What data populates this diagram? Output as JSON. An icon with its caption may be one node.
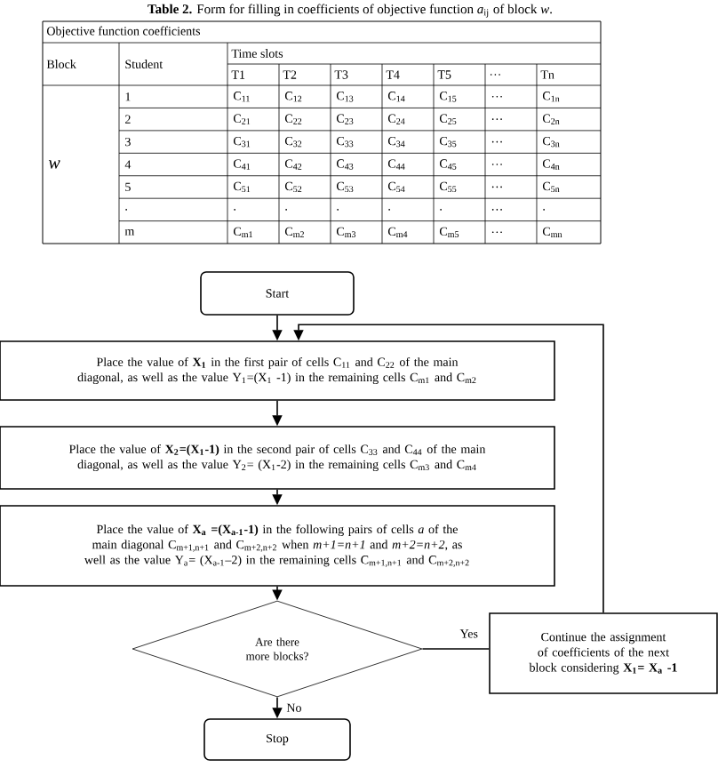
{
  "diagram": {
    "nodes": [
      {
        "text": [
          "Start"
        ]
      },
      {
        "text": [
          "Place the value of **X$_{1}$** in the first pair of cells C$_{11}$ and C$_{22}$ of the main diagonal, as well as the value Y$_{1}$=(X$_{1}$ -1) in the remaining cells C$_{m1}$ and C$_{m2}$"
        ]
      },
      {
        "text": [
          "Place the value of **X$_{2}$=(X$_{1}$-1)** in the second pair of cells C$_{33}$ and C$_{44}$ of the main diagonal, as well as the value Y$_{2}$= (X$_{1}$-2) in the remaining cells C$_{m3}$ and C$_{m4}$"
        ]
      },
      {
        "text": [
          "Place the value of **X$_{a}$ =(X$_{a-1}$-1)** in the following pairs of cells *a* of the main diagonal C$_{m+1,n+1}$ and C$_{m+2,n+2}$ when *m+1=n+1* and *m+2=n+2*, as well as the value Y$_{a}$= (X$_{a-1}$–2) in the remaining cells C$_{m+1,n+1}$ and C$_{m+2,n+2}$"
        ]
      },
      {
        "text": [
          "Are there more blocks?"
        ]
      },
      {
        "text": [
          "Continue the assignment of coefficients of the next block considering **X$_{1}$= X$_{a}$ -1**"
        ]
      },
      {
        "text": [
          "Stop"
        ]
      }
    ],
    "edges": [
      {
        "from": 0,
        "to": 1,
        "arrow": "to"
      },
      {
        "from": 1,
        "to": 2,
        "arrow": "to"
      },
      {
        "from": 2,
        "to": 3,
        "arrow": "to"
      },
      {
        "from": 3,
        "to": 4,
        "arrow": "to"
      },
      {
        "from": 4,
        "to": 5,
        "arrow": "none",
        "label": "Yes"
      },
      {
        "from": 5,
        "to": 1,
        "arrow": "to"
      },
      {
        "from": 4,
        "to": 6,
        "arrow": "to",
        "label": "No"
      }
    ],
    "labels": [
      "**Table 2.** Form for filling in coefficients of objective function *a*$_{ij}$ of block *w*.",
      "Objective function coefficients",
      "Block",
      "Student",
      "Time slots",
      "T1",
      "T2",
      "T3",
      "T4",
      "T5",
      "…",
      "Tn",
      "w",
      "1",
      "C$_{11}$",
      "C$_{12}$",
      "C$_{13}$",
      "C$_{14}$",
      "C$_{15}$",
      "…",
      "C$_{1n}$",
      "2",
      "C$_{21}$",
      "C$_{22}$",
      "C$_{23}$",
      "C$_{24}$",
      "C$_{25}$",
      "…",
      "C$_{2n}$",
      "3",
      "C$_{31}$",
      "C$_{32}$",
      "C$_{33}$",
      "C$_{34}$",
      "C$_{35}$",
      "…",
      "C$_{3n}$",
      "4",
      "C$_{41}$",
      "C$_{42}$",
      "C$_{43}$",
      "C$_{44}$",
      "C$_{45}$",
      "…",
      "C$_{4n}$",
      "5",
      "C$_{51}$",
      "C$_{52}$",
      "C$_{53}$",
      "C$_{54}$",
      "C$_{55}$",
      "…",
      "C$_{5n}$",
      ".",
      ".",
      ".",
      ".",
      ".",
      ".",
      "…",
      ".",
      "m",
      "C$_{m1}$",
      "C$_{m2}$",
      "C$_{m3}$",
      "C$_{m4}$",
      "C$_{m5}$",
      "…",
      "C$_{mn}$"
    ]
  }
}
